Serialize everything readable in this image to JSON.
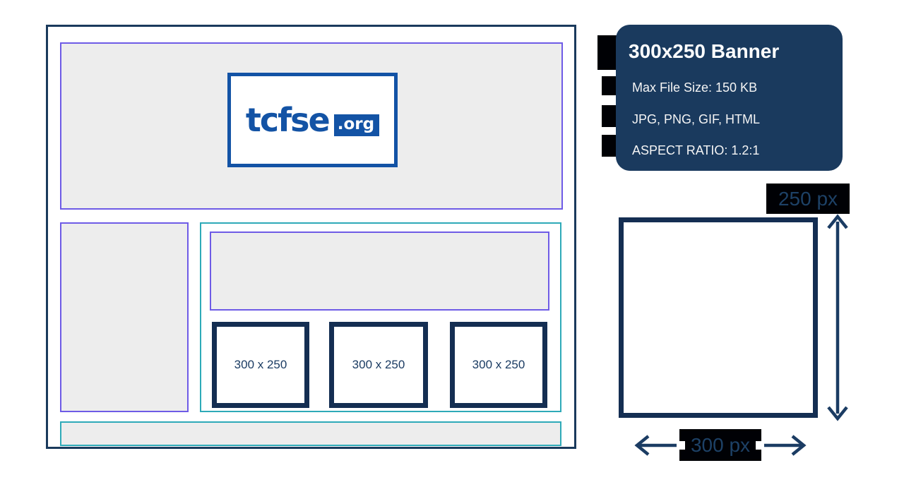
{
  "wireframe": {
    "logo": {
      "name": "tcfse",
      "tld": ".org"
    },
    "ad_slots": [
      {
        "label": "300 x 250"
      },
      {
        "label": "300 x 250"
      },
      {
        "label": "300 x 250"
      }
    ]
  },
  "spec_card": {
    "title": "300x250 Banner",
    "lines": [
      "Max File Size: 150 KB",
      "JPG, PNG, GIF, HTML",
      "ASPECT RATIO: 1.2:1"
    ]
  },
  "dimensions": {
    "height_label": "250 px",
    "width_label": "300 px"
  },
  "colors": {
    "navy_card": "#1A3A5E",
    "navy_border_thick": "#142E52",
    "navy_border_thin": "#1A3A5C",
    "navy_text": "#1B3C63",
    "logo_blue": "#1353A5",
    "purple": "#6E5BE6",
    "teal": "#2EAAB8",
    "gray_fill": "#EDEDED",
    "black": "#000105",
    "white": "#FFFFFF"
  }
}
